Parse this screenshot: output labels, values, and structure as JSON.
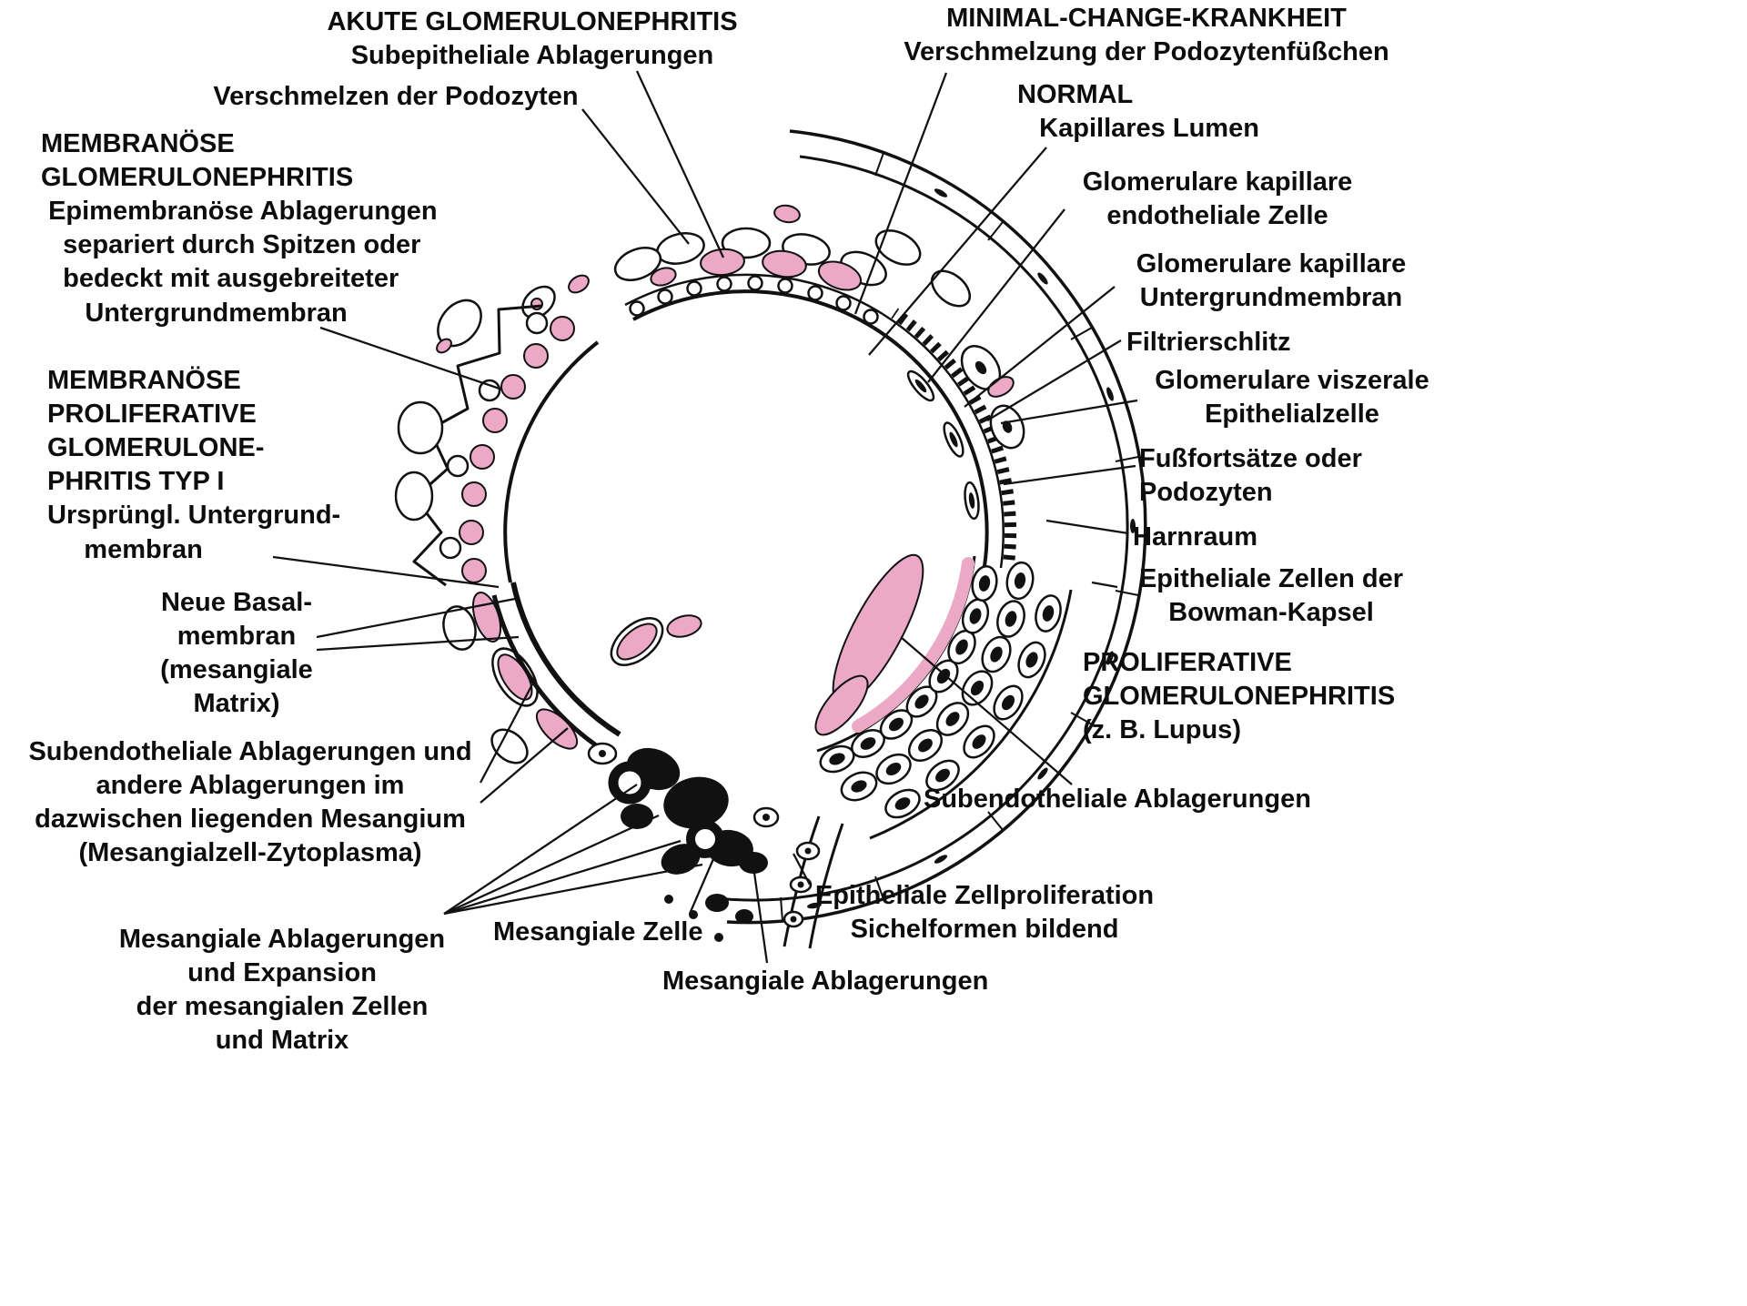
{
  "labels": {
    "akute": "AKUTE GLOMERULONEPHRITIS\nSubepitheliale Ablagerungen",
    "verschmelzen": "Verschmelzen der Podozyten",
    "minimal_change": "MINIMAL-CHANGE-KRANKHEIT\nVerschmelzung der Podozytenfüßchen",
    "normal": "NORMAL\n   Kapillares Lumen",
    "endothelzelle": "Glomerulare kapillare\nendotheliale Zelle",
    "untergrundmembran": "Glomerulare kapillare\nUntergrundmembran",
    "filtrierschlitz": "Filtrierschlitz",
    "viszerale_epithelzelle": "Glomerulare viszerale\nEpithelialzelle",
    "fussfortsaetze": "Fußfortsätze oder\nPodozyten",
    "harnraum": "Harnraum",
    "bowman_kapsel": "Epitheliale Zellen der\nBowman-Kapsel",
    "proliferative": "PROLIFERATIVE\nGLOMERULONEPHRITIS\n(z. B. Lupus)",
    "subendotheliale_rechts": "Subendotheliale Ablagerungen",
    "zellproliferation": "Epitheliale Zellproliferation\nSichelformen bildend",
    "mesangiale_ablagerungen": "Mesangiale Ablagerungen",
    "mesangiale_zelle": "Mesangiale Zelle",
    "mesangiale_expansion": "Mesangiale Ablagerungen\nund Expansion\nder mesangialen Zellen\nund Matrix",
    "subendotheliale_links": "Subendotheliale Ablagerungen und\nandere Ablagerungen im\ndazwischen liegenden Mesangium\n(Mesangialzell-Zytoplasma)",
    "neue_basalmembran": "Neue Basal-\nmembran\n(mesangiale\nMatrix)",
    "membranoproliferative": "MEMBRANÖSE\nPROLIFERATIVE\nGLOMERULONE-\nPHRITIS TYP I\nUrsprüngl. Untergrund-\n     membran",
    "membranoese": "MEMBRANÖSE\nGLOMERULONEPHRITIS\n Epimembranöse Ablagerungen\n   separiert durch Spitzen oder\n   bedeckt mit ausgebreiteter\n      Untergrundmembran"
  },
  "colors": {
    "deposit_pink": "#eba9c7",
    "deposit_pink_light": "#f3c9da",
    "ink": "#111111",
    "background": "#ffffff"
  }
}
